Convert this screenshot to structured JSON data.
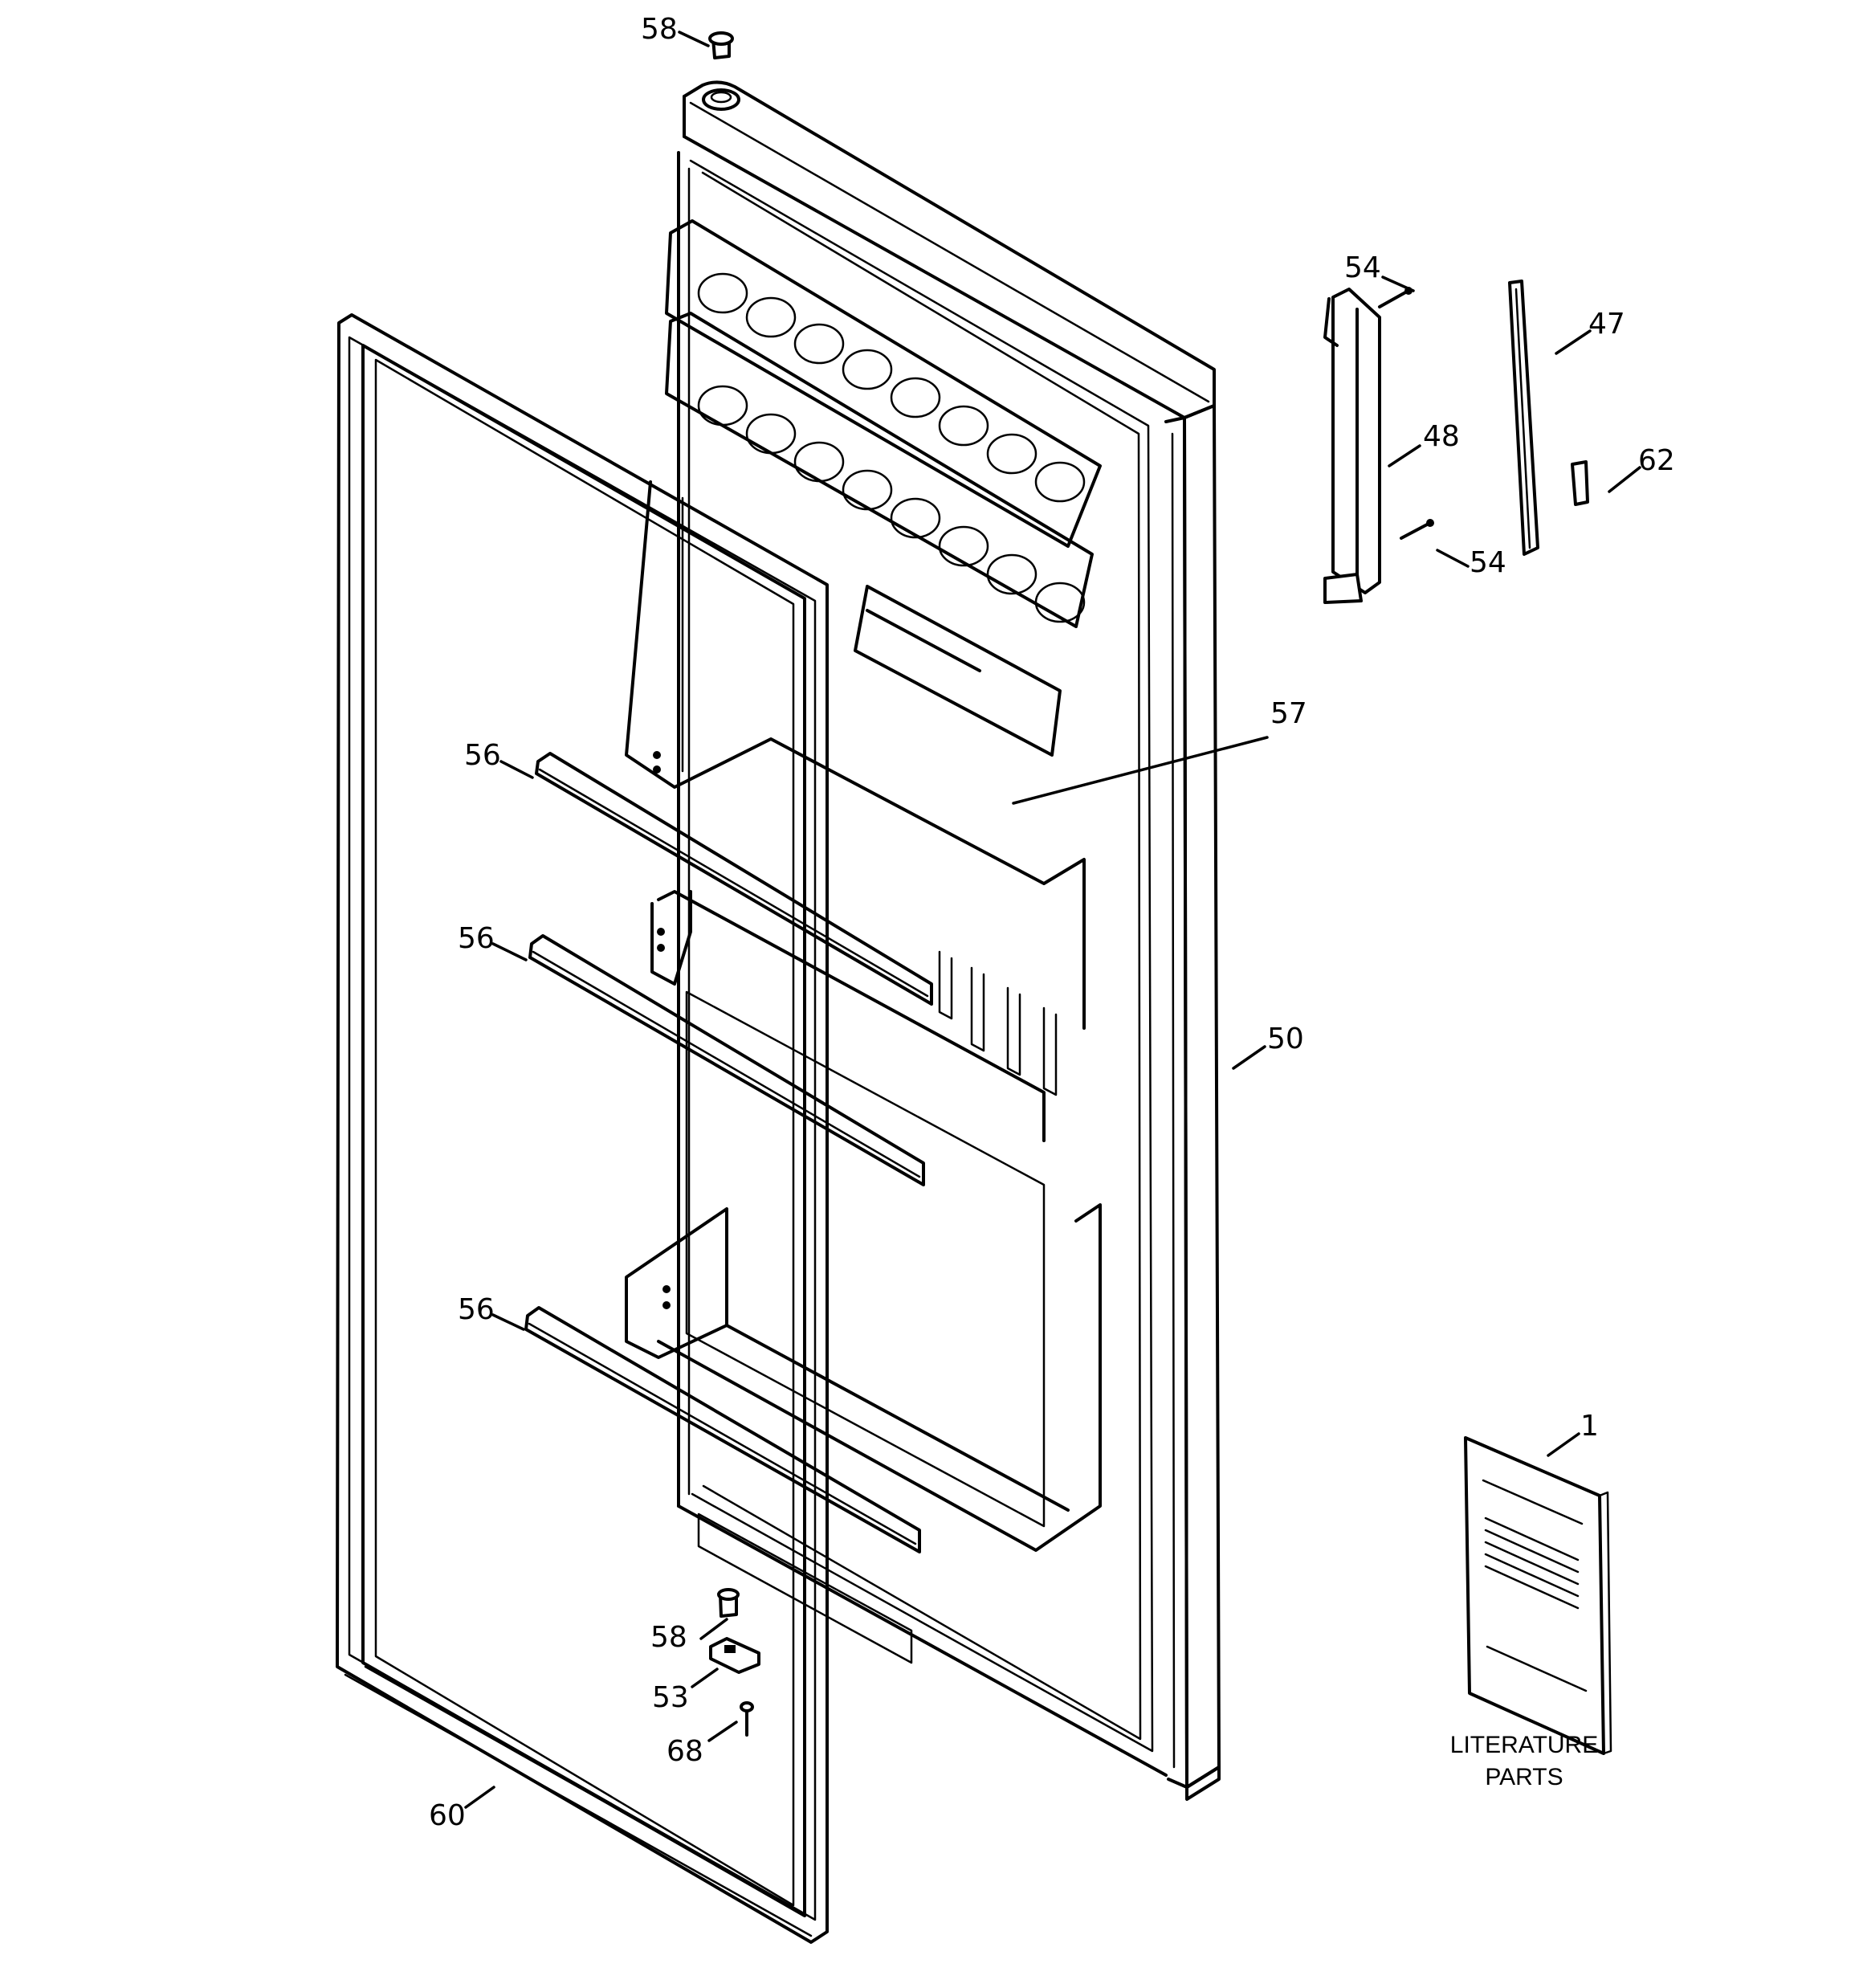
{
  "callouts": {
    "c58_top": "58",
    "c54_top": "54",
    "c47": "47",
    "c48": "48",
    "c62": "62",
    "c54_bottom": "54",
    "c57": "57",
    "c56_a": "56",
    "c56_b": "56",
    "c56_c": "56",
    "c50": "50",
    "c1": "1",
    "c58_bottom": "58",
    "c53": "53",
    "c68": "68",
    "c60": "60"
  },
  "literature": {
    "line1": "LITERATURE",
    "line2": "PARTS"
  },
  "colors": {
    "line": "#000000",
    "background": "#ffffff"
  }
}
